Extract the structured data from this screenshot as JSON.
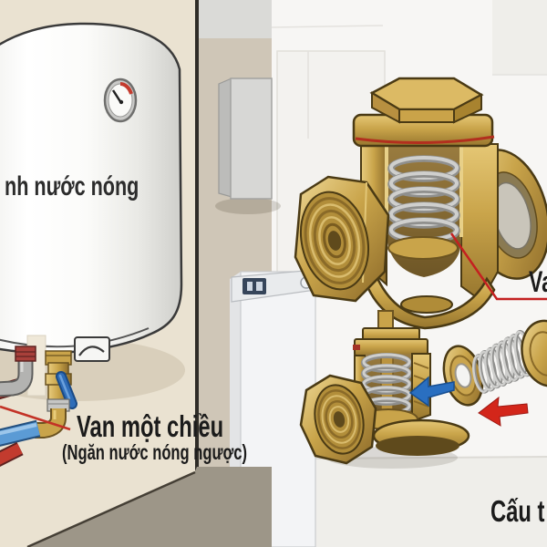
{
  "illustration": {
    "left_scene": {
      "tank_label": "nh nước nóng",
      "check_valve_label_title": "Van một chiều",
      "check_valve_label_subtitle": "(Ngăn nước nóng ngược)"
    },
    "right_scene": {
      "pointer_label_partial": "Va",
      "caption_partial": "Cấu t"
    },
    "colors": {
      "wall_beige": "#eae2d1",
      "side_wall": "#cfc6b7",
      "floor_taupe": "#9d9688",
      "tank_white": "#fcfcfa",
      "brass_light": "#e2c270",
      "brass": "#c9a44a",
      "brass_dark": "#8a6a28",
      "pipe_red": "#c23b2e",
      "pipe_blue": "#5b9bd5",
      "handle_blue": "#2f6db8",
      "arrow_blue": "#2a6fc0",
      "arrow_red": "#d3261a",
      "leader_red": "#c33226",
      "spring_gray": "#cfcfcd",
      "label_black": "#1b1b1b",
      "right_bg": "#f7f6f4"
    }
  }
}
